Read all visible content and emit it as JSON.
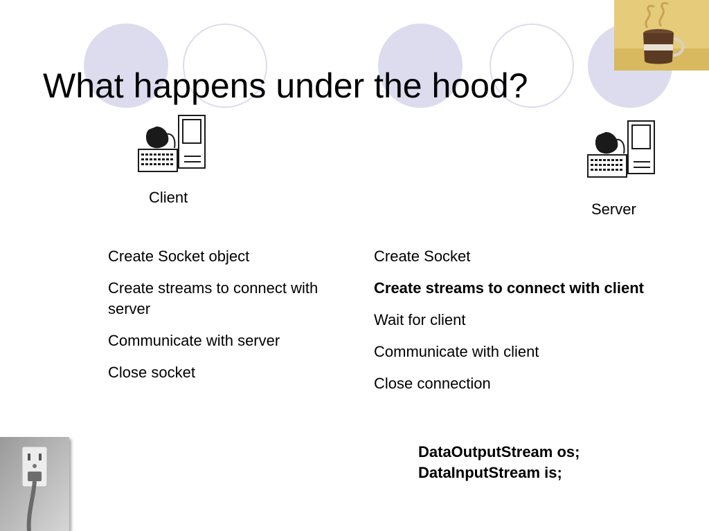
{
  "slide": {
    "title": "What happens under the hood?"
  },
  "client": {
    "label": "Client",
    "steps": [
      "Create Socket object",
      "Create streams to connect with server",
      "Communicate with server",
      "Close socket"
    ]
  },
  "server": {
    "label": "Server",
    "steps": [
      "Create Socket",
      "Create streams to connect with client",
      "Wait for client",
      "Communicate with client",
      "Close connection"
    ]
  },
  "code": {
    "lines": [
      "DataOutputStream os;",
      "DataInputStream is;"
    ]
  },
  "colors": {
    "circle": "#dcdcee",
    "text": "#000000",
    "background": "#ffffff"
  },
  "icons": {
    "client": "computer-icon",
    "server": "computer-icon",
    "top_right": "coffee-cup-photo",
    "bottom_left": "power-outlet-photo"
  }
}
